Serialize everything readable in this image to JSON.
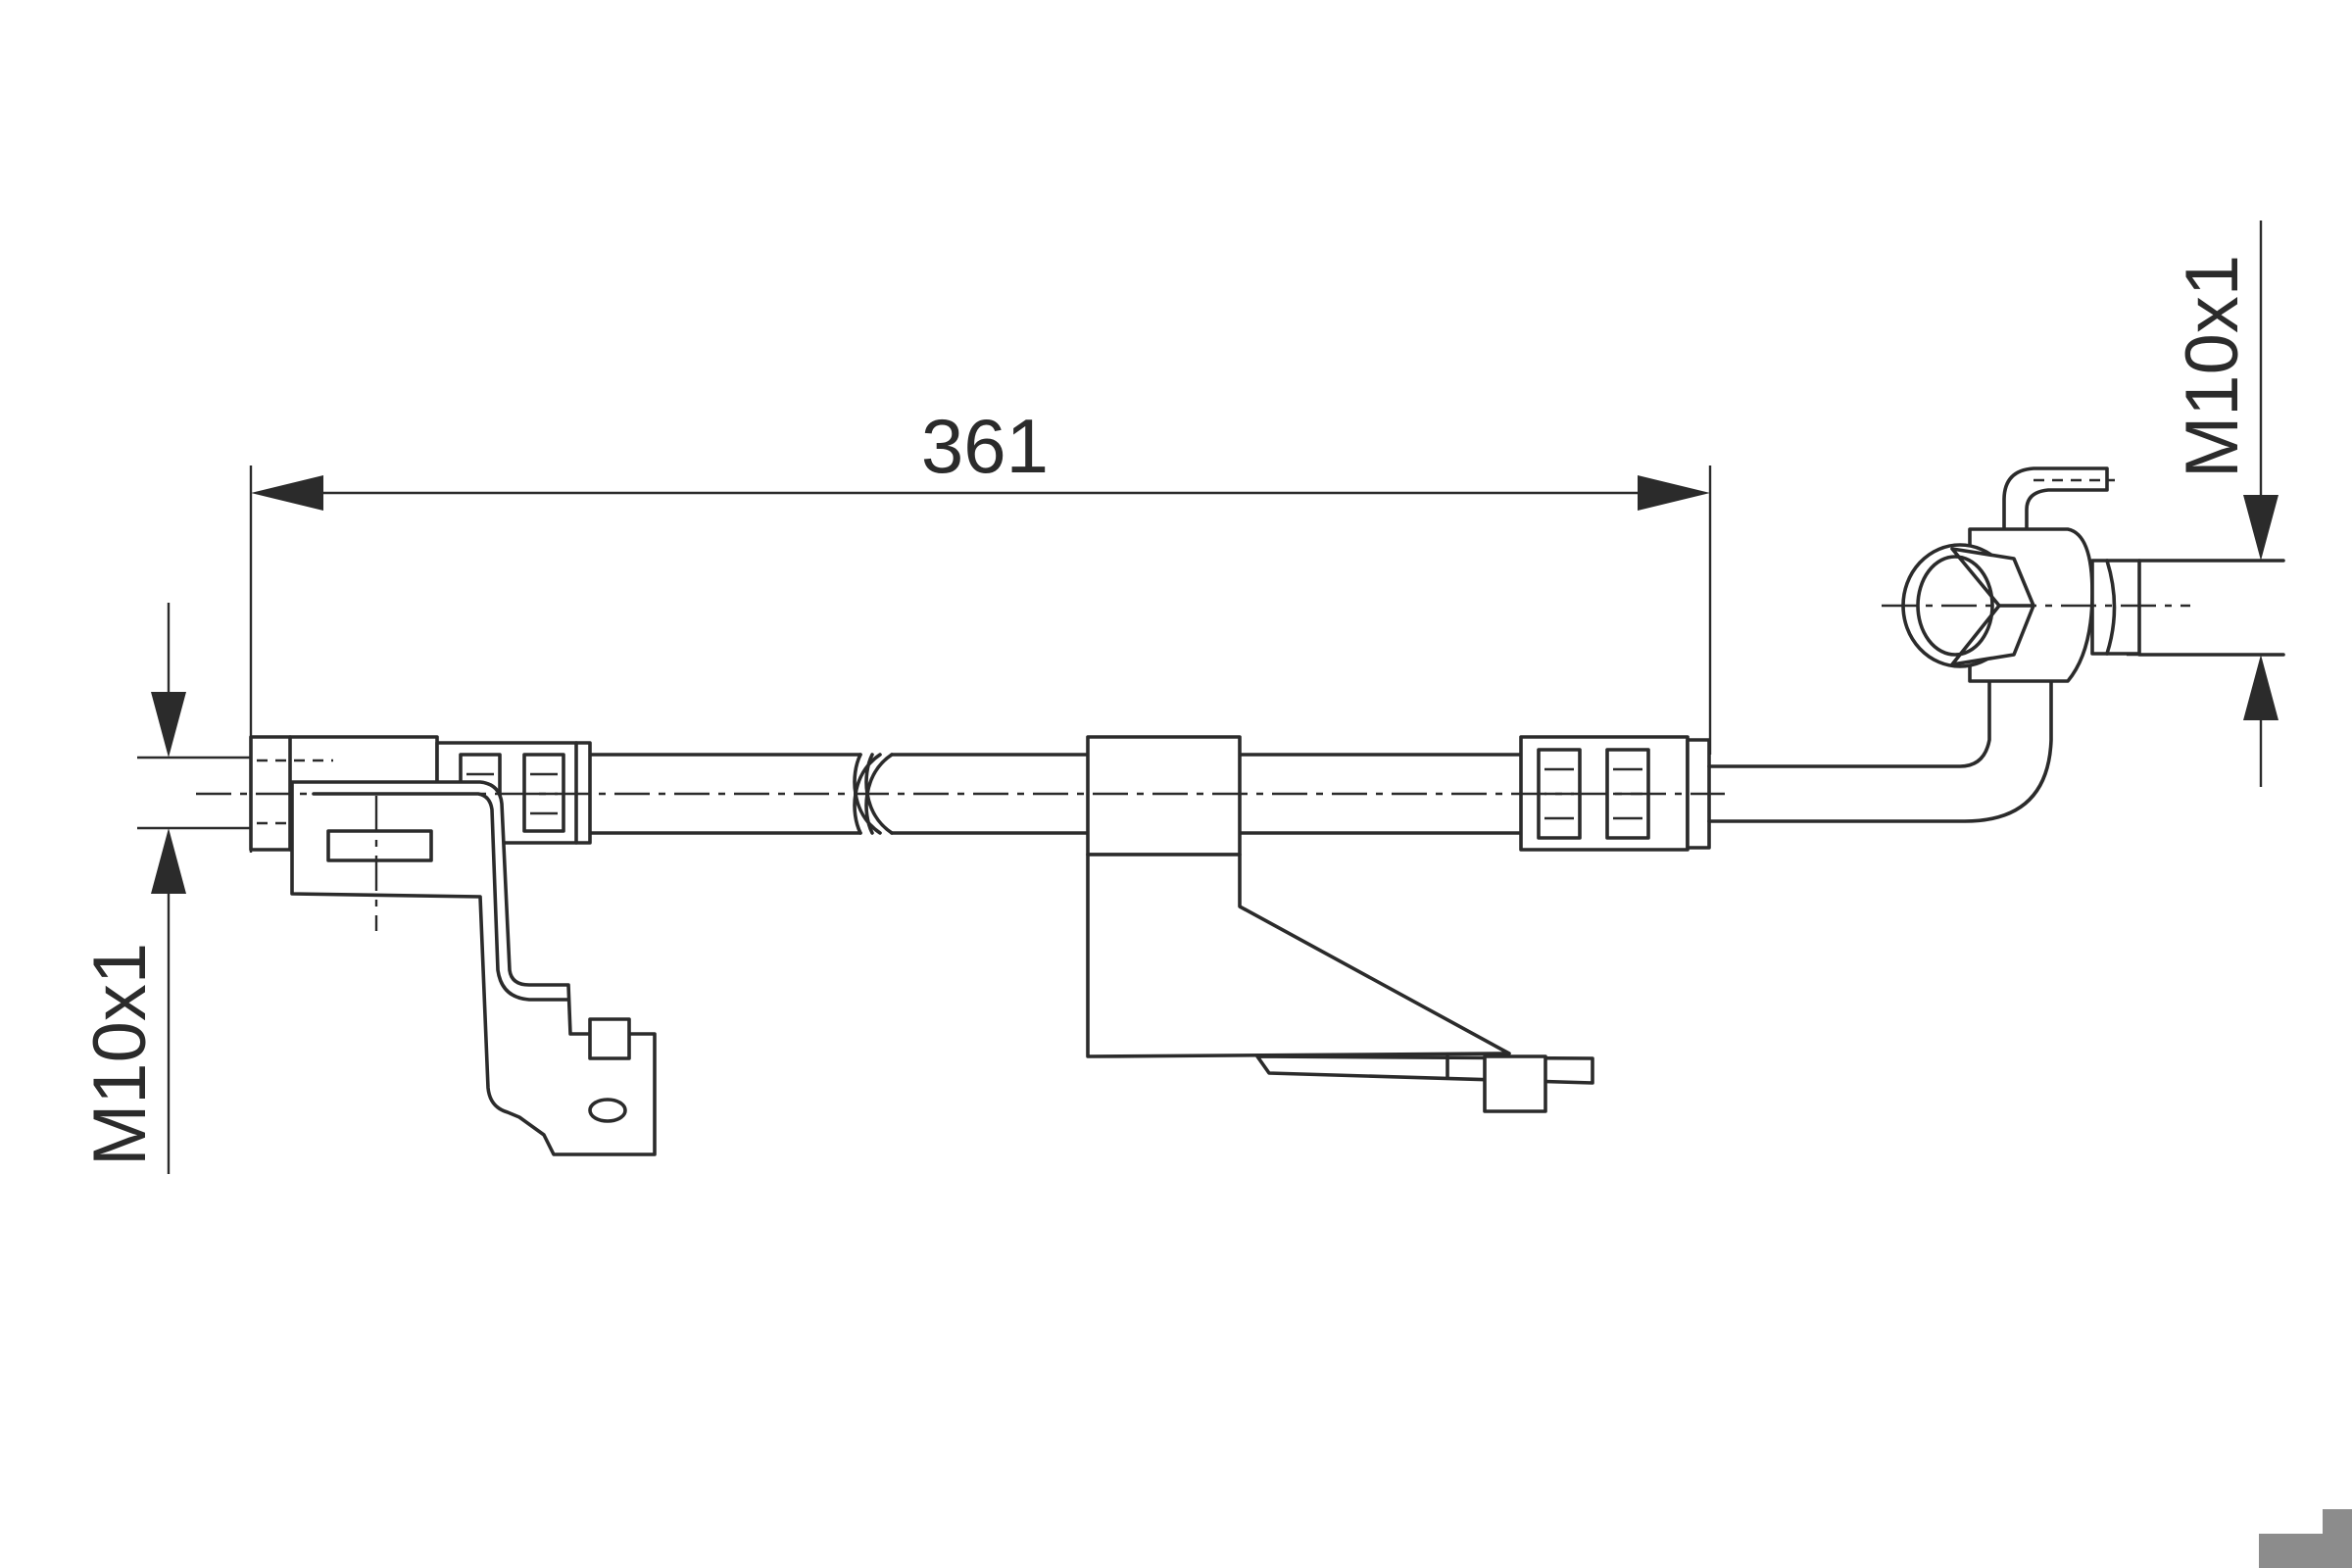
{
  "dimensions": {
    "overall_length": "361",
    "left_thread": "M10x1",
    "right_thread": "M10x1"
  },
  "colors": {
    "line": "#2b2b2b",
    "background": "#ffffff"
  }
}
